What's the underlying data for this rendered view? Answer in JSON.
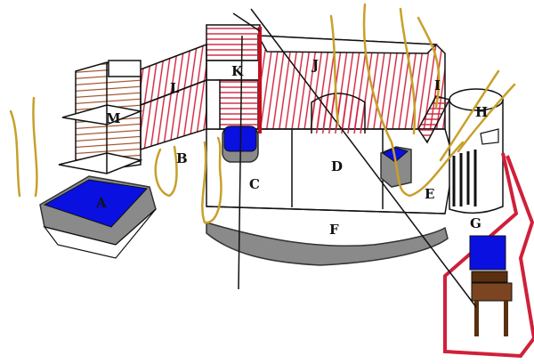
{
  "diagram": {
    "labels": {
      "A": "A",
      "B": "B",
      "C": "C",
      "D": "D",
      "E": "E",
      "F": "F",
      "G": "G",
      "H": "H",
      "I": "I",
      "J": "J",
      "K": "K",
      "L": "L",
      "M": "M"
    },
    "colors": {
      "hatch": "#d0203a",
      "pool": "#0a10e0",
      "stone": "#8a8a8a",
      "tree": "#c8a02a",
      "wood": "#5a3010"
    }
  }
}
